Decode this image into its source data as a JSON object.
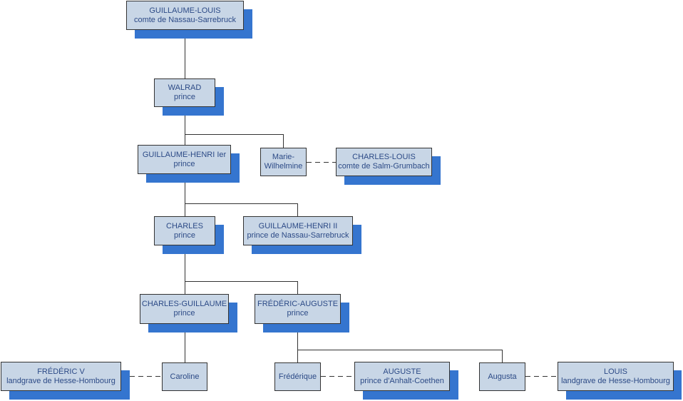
{
  "nodes": {
    "guillaume_louis": {
      "name": "GUILLAUME-LOUIS",
      "title": "comte de Nassau-Sarrebruck"
    },
    "walrad": {
      "name": "WALRAD",
      "title": "prince"
    },
    "guillaume_henri_1": {
      "name": "GUILLAUME-HENRI Ier",
      "title": "prince"
    },
    "marie_wilhelmine": {
      "name": "Marie-",
      "title": "Wilhelmine"
    },
    "charles_louis": {
      "name": "CHARLES-LOUIS",
      "title": "comte de Salm-Grumbach"
    },
    "charles": {
      "name": "CHARLES",
      "title": "prince"
    },
    "guillaume_henri_2": {
      "name": "GUILLAUME-HENRI II",
      "title": "prince de Nassau-Sarrebruck"
    },
    "charles_guillaume": {
      "name": "CHARLES-GUILLAUME",
      "title": "prince"
    },
    "frederic_auguste": {
      "name": "FRÉDÉRIC-AUGUSTE",
      "title": "prince"
    },
    "frederic_v": {
      "name": "FRÉDÉRIC V",
      "title": "landgrave de Hesse-Hombourg"
    },
    "caroline": {
      "name": "Caroline"
    },
    "frederique": {
      "name": "Frédérique"
    },
    "auguste": {
      "name": "AUGUSTE",
      "title": "prince d'Anhalt-Coethen"
    },
    "augusta": {
      "name": "Augusta"
    },
    "louis": {
      "name": "LOUIS",
      "title": "landgrave de Hesse-Hombourg"
    }
  },
  "colors": {
    "box_fill": "#c8d6e6",
    "shadow": "#3575cf",
    "text": "#2c4a86",
    "line": "#333333"
  }
}
